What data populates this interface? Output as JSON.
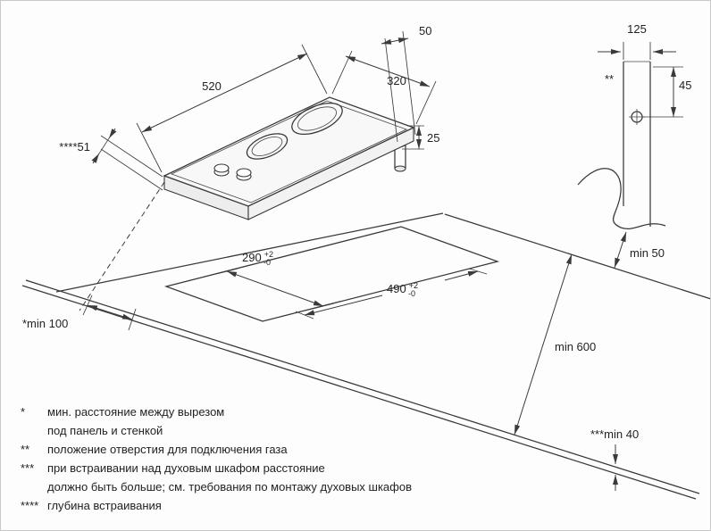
{
  "diagram": {
    "hob": {
      "width_label": "520",
      "depth_label": "320",
      "gas_offset_label": "50",
      "pipe_height_label": "25",
      "embed_depth_label": "****51"
    },
    "cutout": {
      "width": {
        "value": "290",
        "tol_plus": "+2",
        "tol_minus": "-0"
      },
      "length": {
        "value": "490",
        "tol_plus": "+2",
        "tol_minus": "-0"
      }
    },
    "clearances": {
      "side_wall": "*min 100",
      "worktop_depth": "min 600",
      "rear": "min 50",
      "below": "***min 40"
    },
    "gas_detail": {
      "hole_offset": "125",
      "hole_height": "45",
      "marker": "**"
    }
  },
  "footnotes": [
    {
      "marker": "*",
      "text": "мин. расстояние между вырезом"
    },
    {
      "marker": "",
      "text": "под панель и стенкой"
    },
    {
      "marker": "**",
      "text": "положение отверстия для подключения газа"
    },
    {
      "marker": "***",
      "text": "при встраивании над духовым шкафом расстояние"
    },
    {
      "marker": "",
      "text": "должно быть больше; см. требования по монтажу духовых шкафов"
    },
    {
      "marker": "****",
      "text": "глубина встраивания"
    }
  ]
}
